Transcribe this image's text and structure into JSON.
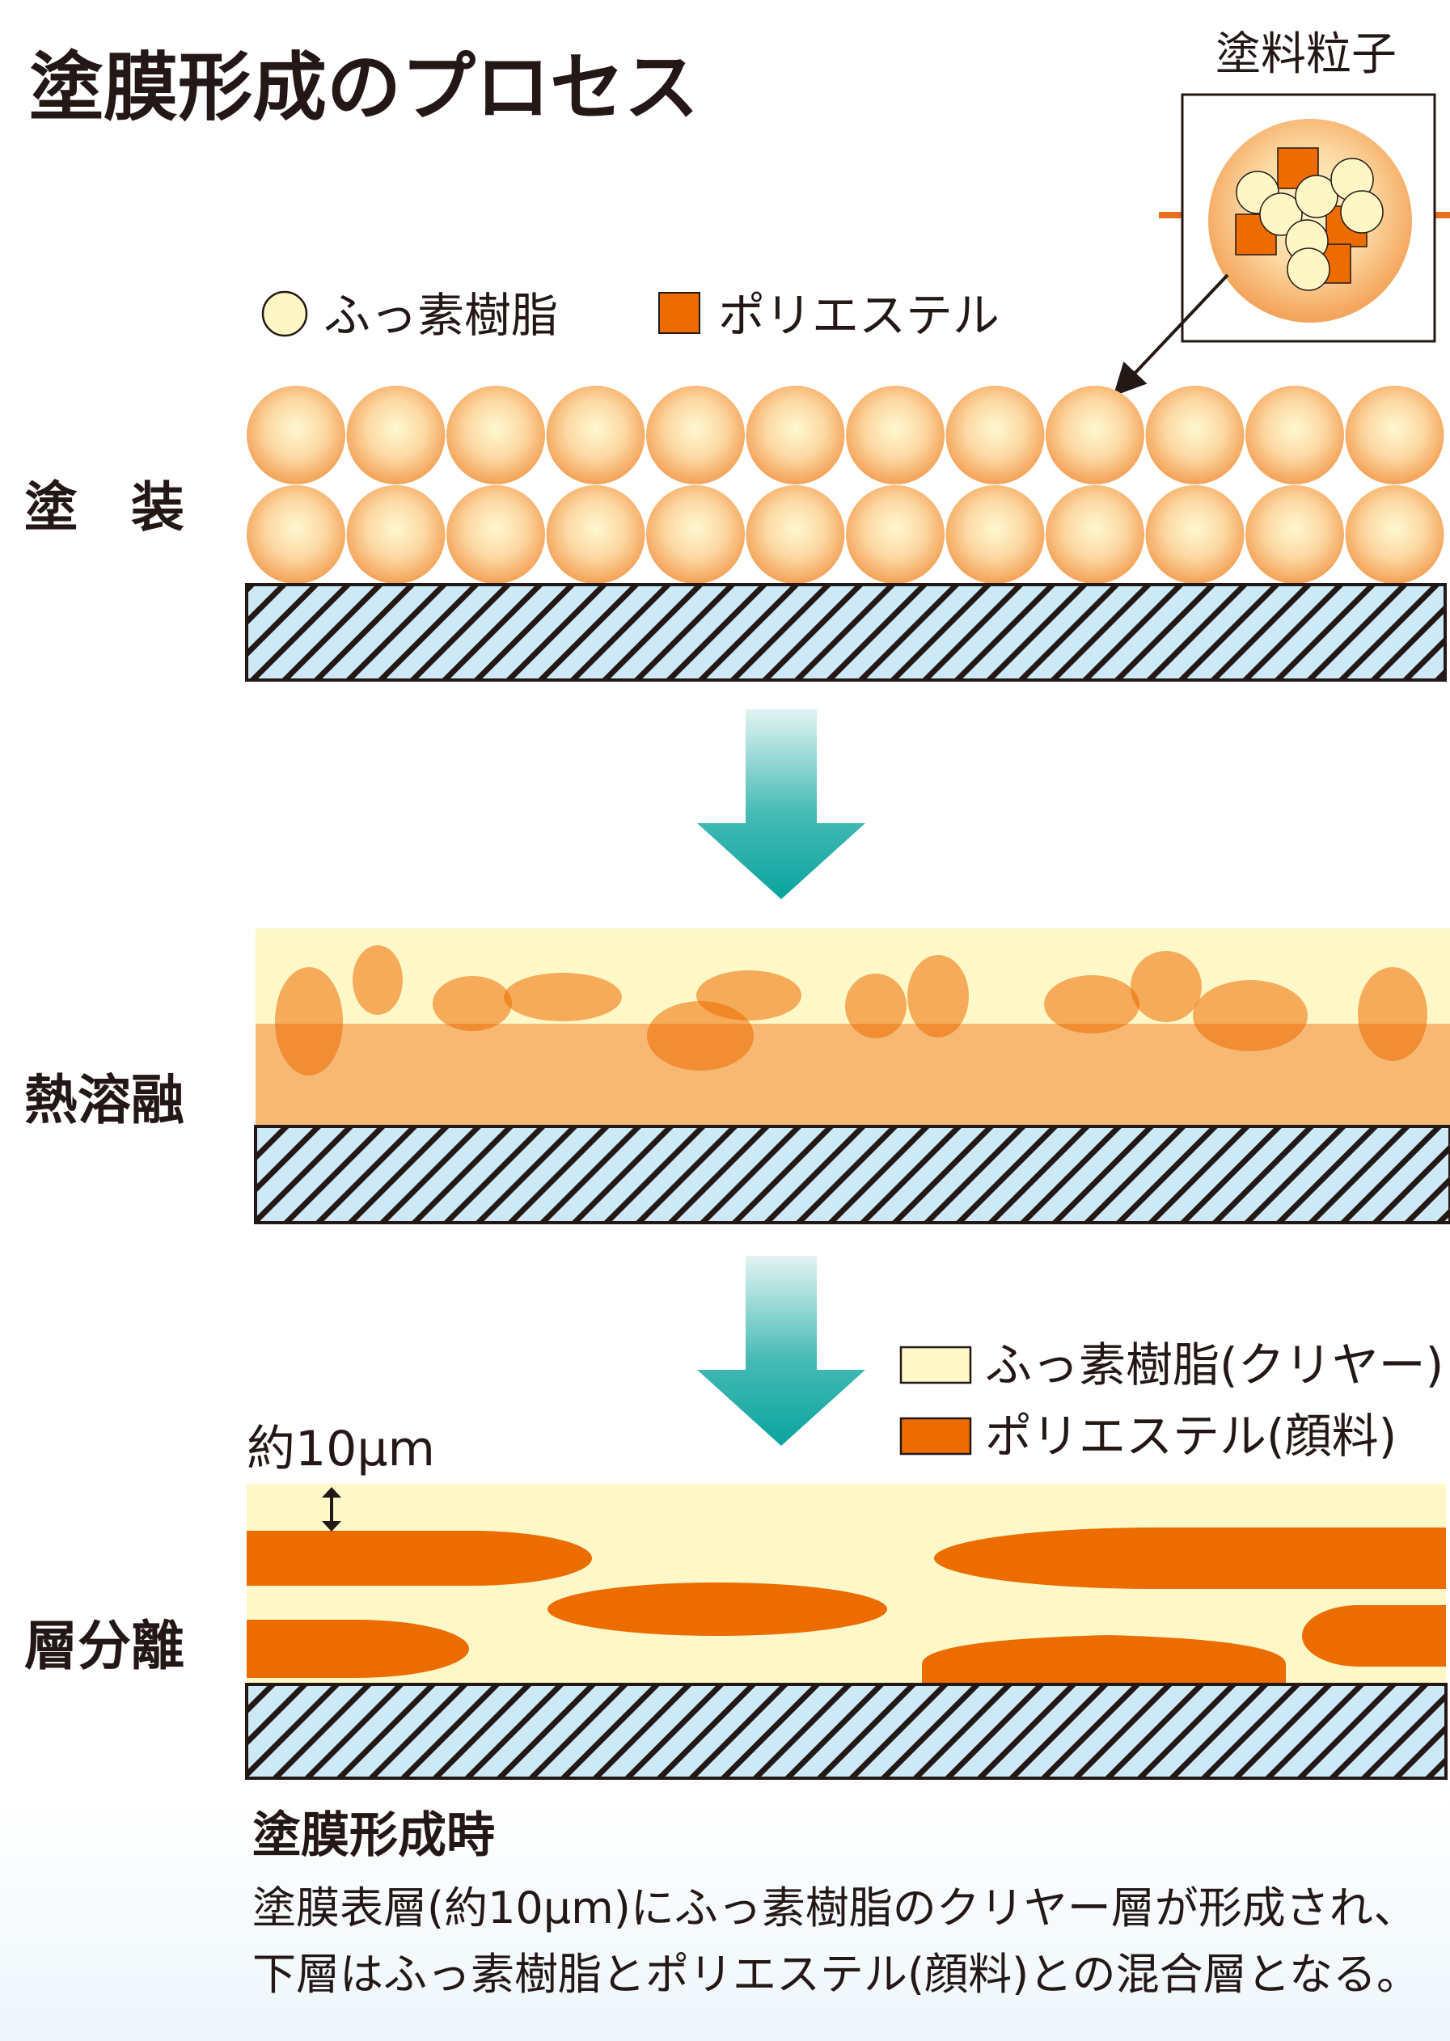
{
  "title": "塗膜形成のプロセス",
  "inset": {
    "label": "塗料粒子"
  },
  "legend_top": [
    {
      "label": "ふっ素樹脂",
      "color": "#fef6c4",
      "shape": "circle"
    },
    {
      "label": "ポリエステル",
      "color": "#ec6c00",
      "shape": "square"
    }
  ],
  "stages": [
    {
      "label": "塗　装"
    },
    {
      "label": "熱溶融"
    },
    {
      "label": "層分離"
    }
  ],
  "legend_bottom": [
    {
      "label": "ふっ素樹脂(クリヤー)",
      "color": "#fef8c8"
    },
    {
      "label": "ポリエステル(顔料)",
      "color": "#ec6c00"
    }
  ],
  "thickness_label": "約10μm",
  "note": {
    "heading": "塗膜形成時",
    "line1": "塗膜表層(約10μm)にふっ素樹脂のクリヤー層が形成され、",
    "line2": "下層はふっ素樹脂とポリエステル(顔料)との混合層となる。"
  },
  "colors": {
    "text": "#231815",
    "fluoro": "#fef6c4",
    "polyester": "#ec6c00",
    "particle": "#f9c88c",
    "melt_layer": "#f6b872",
    "substrate": "#cde9f6",
    "arrow": "#15a7a1",
    "accent": "#e6701e"
  }
}
